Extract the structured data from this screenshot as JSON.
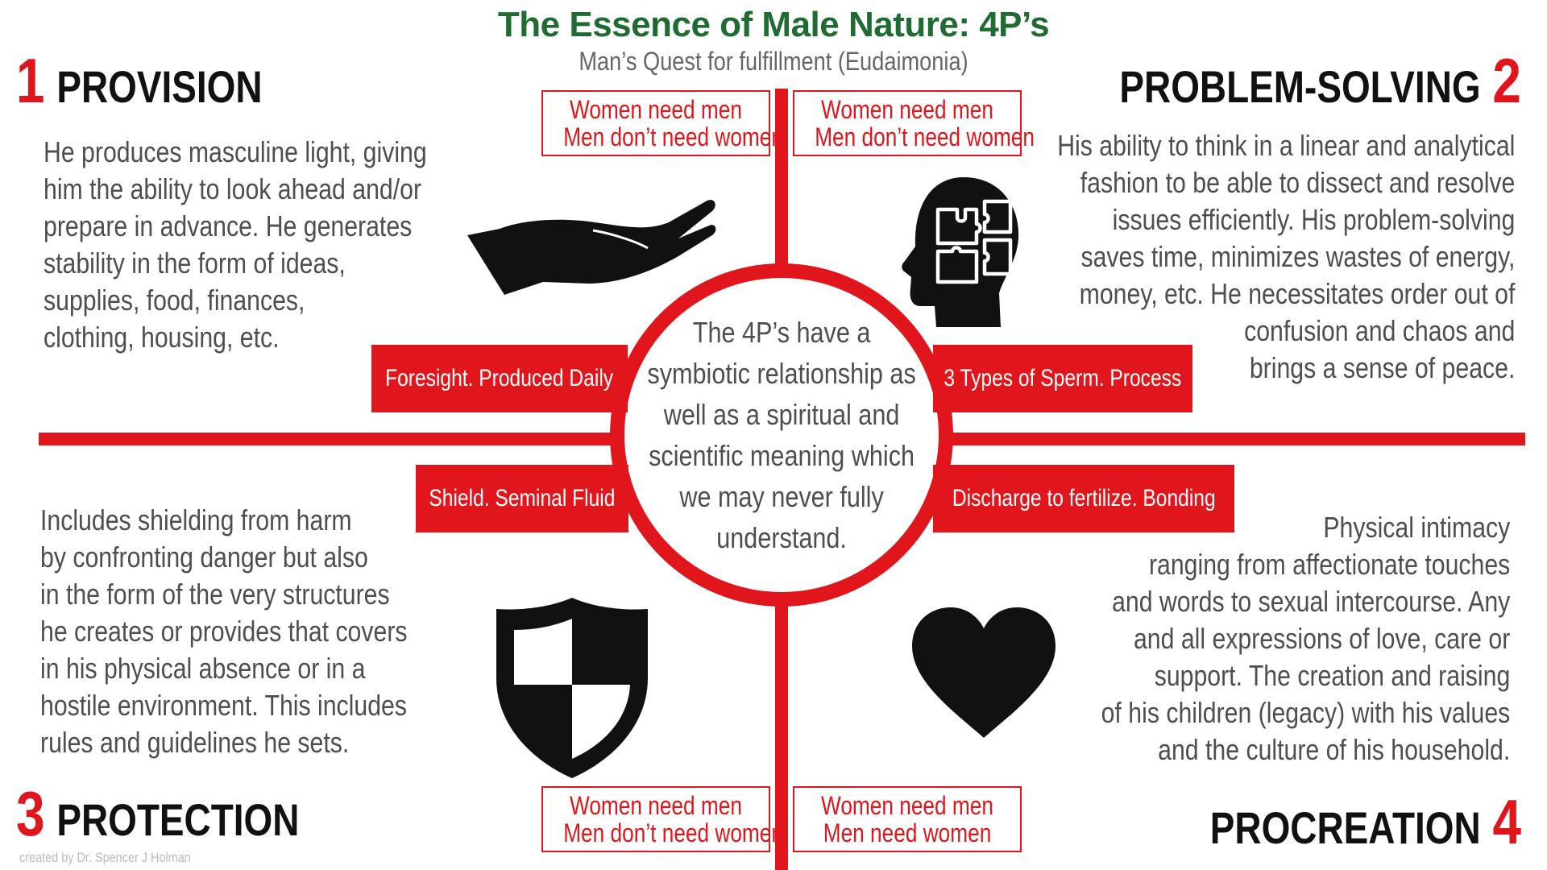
{
  "header": {
    "title": "The Essence of Male Nature: 4P’s",
    "subtitle": "Man’s Quest for fulfillment (Eudaimonia)"
  },
  "quadrants": [
    {
      "number": "1",
      "title": "PROVISION",
      "icon": "hand-icon",
      "label": "Foresight. Produced Daily",
      "lines": [
        "He produces masculine light, giving",
        "him the ability to look ahead and/or",
        "prepare in advance. He generates",
        "stability in the form of ideas,",
        "supplies, food, finances,",
        "clothing, housing, etc."
      ]
    },
    {
      "number": "2",
      "title": "PROBLEM-SOLVING",
      "icon": "head-puzzle-icon",
      "label": "3 Types of Sperm. Process",
      "lines": [
        "His ability to think in a linear and analytical",
        "fashion to be able to dissect and resolve",
        "issues efficiently. His problem-solving",
        "saves time, minimizes wastes of energy,",
        "money, etc.  He necessitates order out of",
        "confusion and chaos and",
        "brings a sense of peace."
      ]
    },
    {
      "number": "3",
      "title": "PROTECTION",
      "icon": "shield-icon",
      "label": "Shield. Seminal Fluid",
      "lines": [
        "Includes shielding from harm",
        "by confronting danger but also",
        "in the form of the very structures",
        "he creates or provides that covers",
        "in his physical absence or in a",
        "hostile environment. This includes",
        "rules and guidelines he sets."
      ]
    },
    {
      "number": "4",
      "title": "PROCREATION",
      "icon": "heart-icon",
      "label": "Discharge to fertilize. Bonding",
      "lines": [
        "Physical intimacy",
        "ranging from affectionate touches",
        "and words to sexual intercourse. Any",
        "and all expressions of love, care or",
        "support. The creation and raising",
        "of his children (legacy) with his values",
        "and the culture of his household."
      ]
    }
  ],
  "center": {
    "lines": [
      "The 4P’s have a",
      "symbiotic relationship as",
      "well as a spiritual and",
      "scientific meaning which",
      "we may never fully",
      "understand."
    ]
  },
  "needs": {
    "top_left": [
      "Women need men",
      "Men don’t need women"
    ],
    "top_right": [
      "Women need men",
      "Men don’t need women"
    ],
    "bottom_left": [
      "Women need men",
      "Men don’t need women"
    ],
    "bottom_right": [
      "Women need men",
      "Men need women"
    ]
  },
  "credit": "created by Dr. Spencer J Holman",
  "colors": {
    "accent_red": "#e0161c",
    "title_green": "#1f6b32",
    "text_gray": "#4e4e4e"
  }
}
